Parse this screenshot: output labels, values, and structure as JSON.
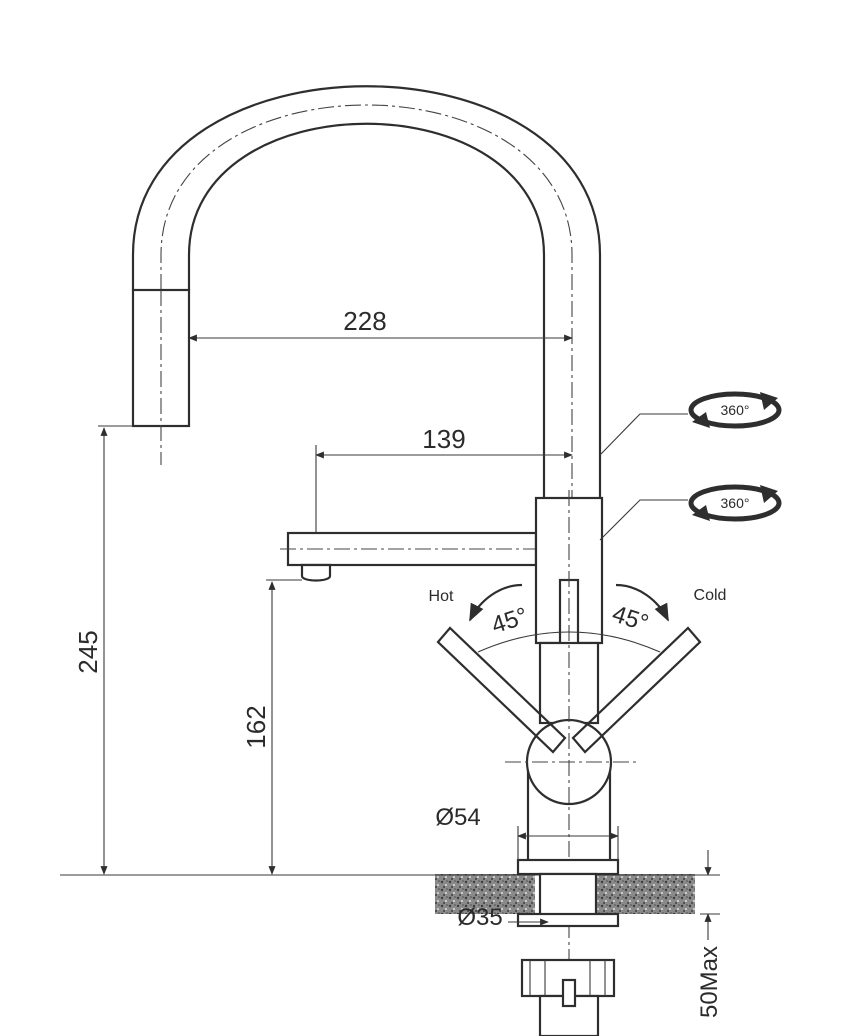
{
  "dimensions": {
    "spout_reach": "228",
    "filtered_spout_reach": "139",
    "spout_height": "245",
    "filtered_spout_height": "162",
    "base_diameter": "Ø54",
    "hole_diameter": "Ø35",
    "worktop_thickness": "50Max"
  },
  "handle_labels": {
    "hot": "Hot",
    "cold": "Cold",
    "hot_angle": "45°",
    "cold_angle": "45°"
  },
  "rotation_labels": {
    "upper": "360°",
    "lower": "360°"
  },
  "colors": {
    "line": "#2e2e2e",
    "worktop_fill": "#7a7a7a"
  }
}
